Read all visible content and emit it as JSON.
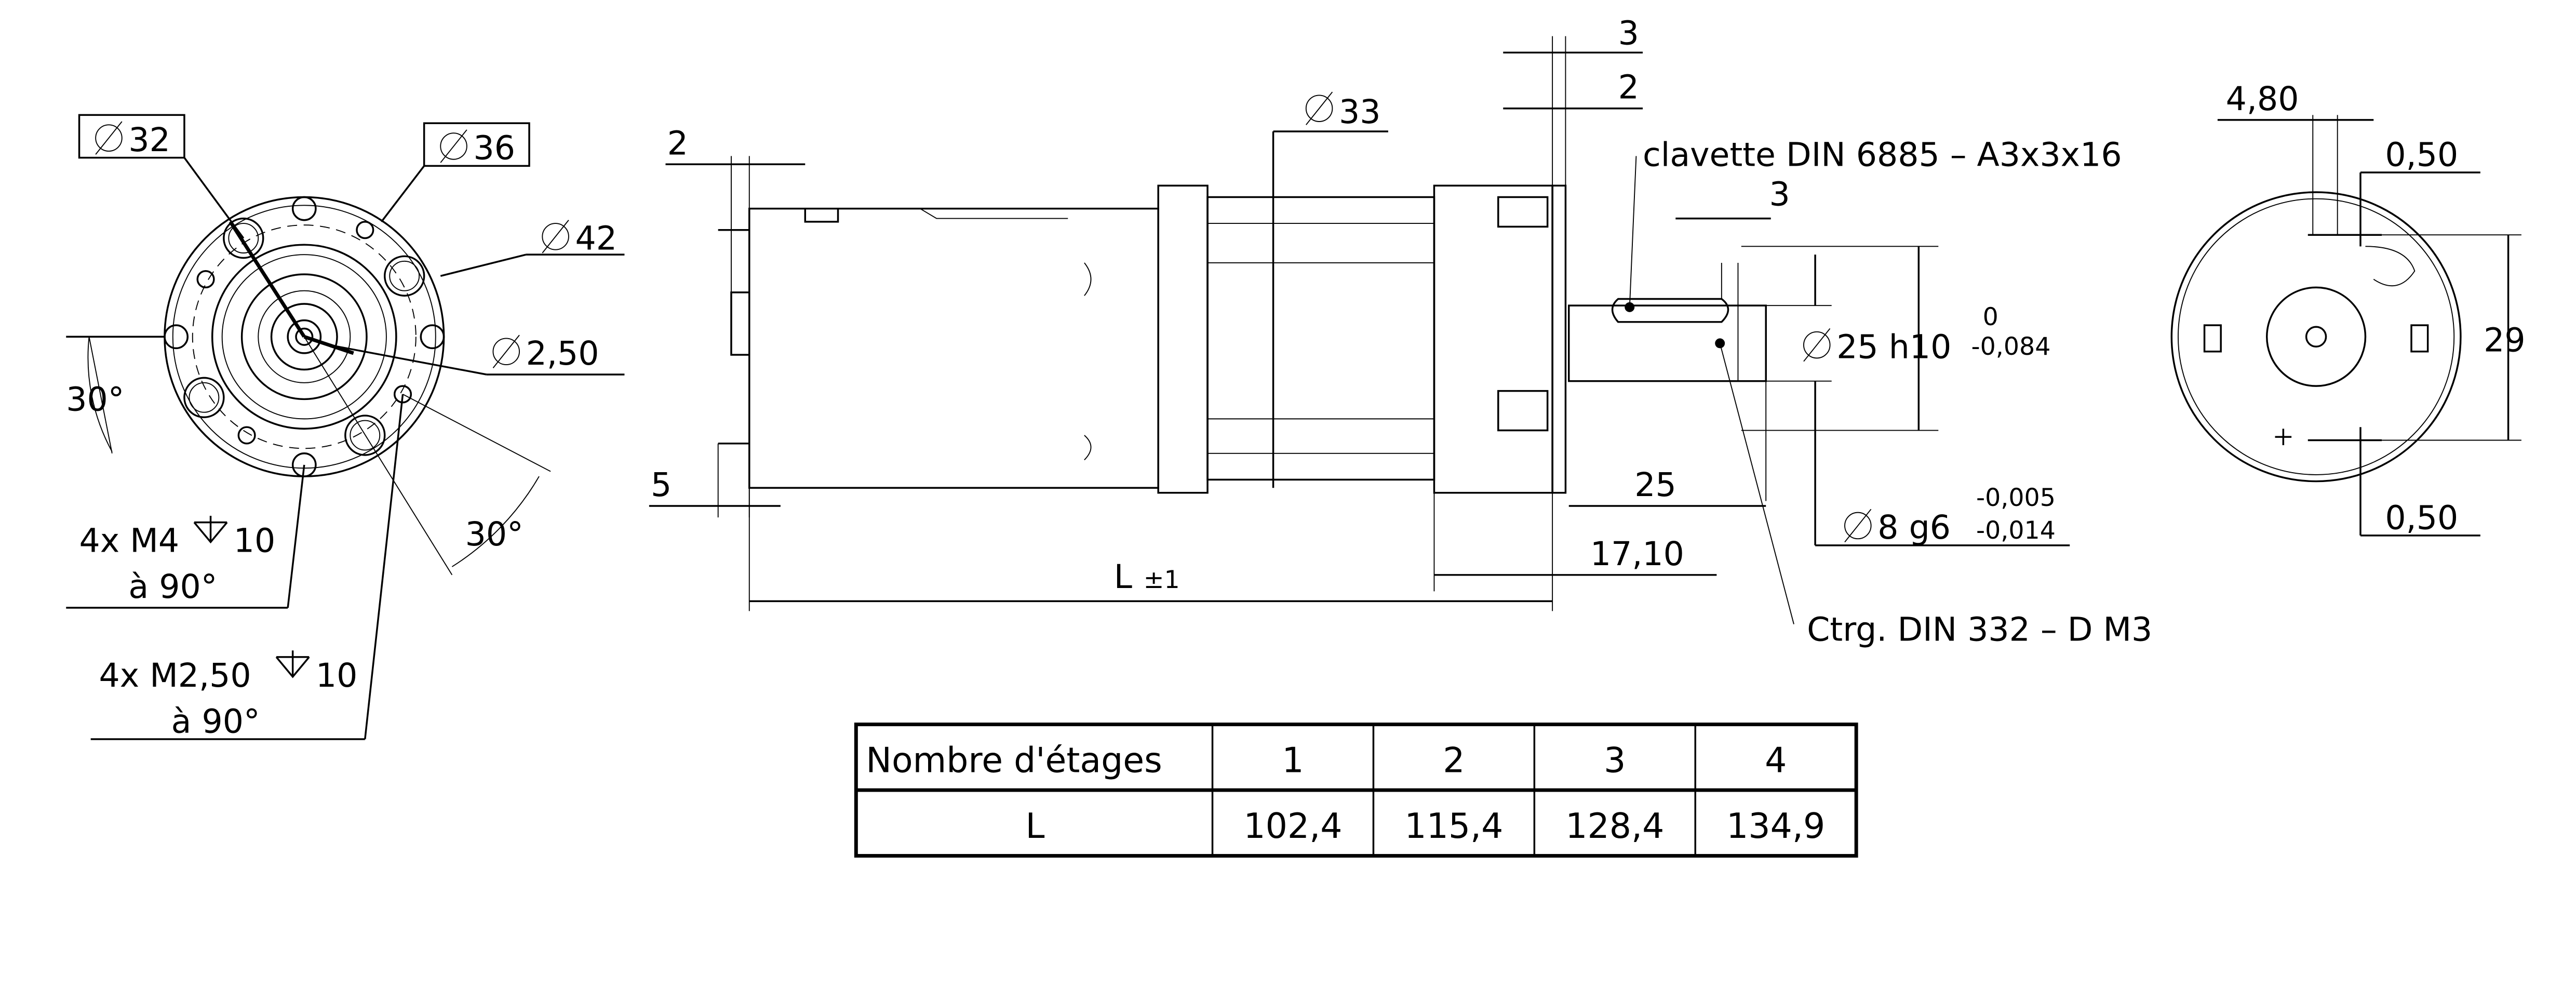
{
  "front_view": {
    "dia_32": "32",
    "dia_36": "36",
    "dia_42": "42",
    "dia_2_50": "2,50",
    "angle_30_left": "30°",
    "angle_30_bottom": "30°",
    "thread_m4": "4x M4",
    "thread_m4_depth": "10",
    "thread_m4_angle": "à 90°",
    "thread_m2_50": "4x M2,50",
    "thread_m2_50_depth": "10",
    "thread_m2_50_angle": "à 90°"
  },
  "side_view": {
    "dim_2_left": "2",
    "dim_5": "5",
    "dim_33": "33",
    "dim_3_top": "3",
    "dim_2_top": "2",
    "key_label": "clavette DIN 6885 – A3x3x16",
    "dim_3_key": "3",
    "shaft_dia": "25 h10",
    "shaft_tol_upper": "0",
    "shaft_tol_lower": "-0,084",
    "bore_dia": "8 g6",
    "bore_tol_upper": "-0,005",
    "bore_tol_lower": "-0,014",
    "dim_25": "25",
    "dim_17_10": "17,10",
    "length_label": "L",
    "length_tol": "±1",
    "center_label": "Ctrg. DIN 332 – D M3"
  },
  "rear_view": {
    "dim_4_80": "4,80",
    "dim_0_50_top": "0,50",
    "dim_29": "29",
    "dim_0_50_bottom": "0,50"
  },
  "table": {
    "header_label": "Nombre d'étages",
    "stages": [
      "1",
      "2",
      "3",
      "4"
    ],
    "row_label": "L",
    "lengths": [
      "102,4",
      "115,4",
      "128,4",
      "134,9"
    ]
  }
}
